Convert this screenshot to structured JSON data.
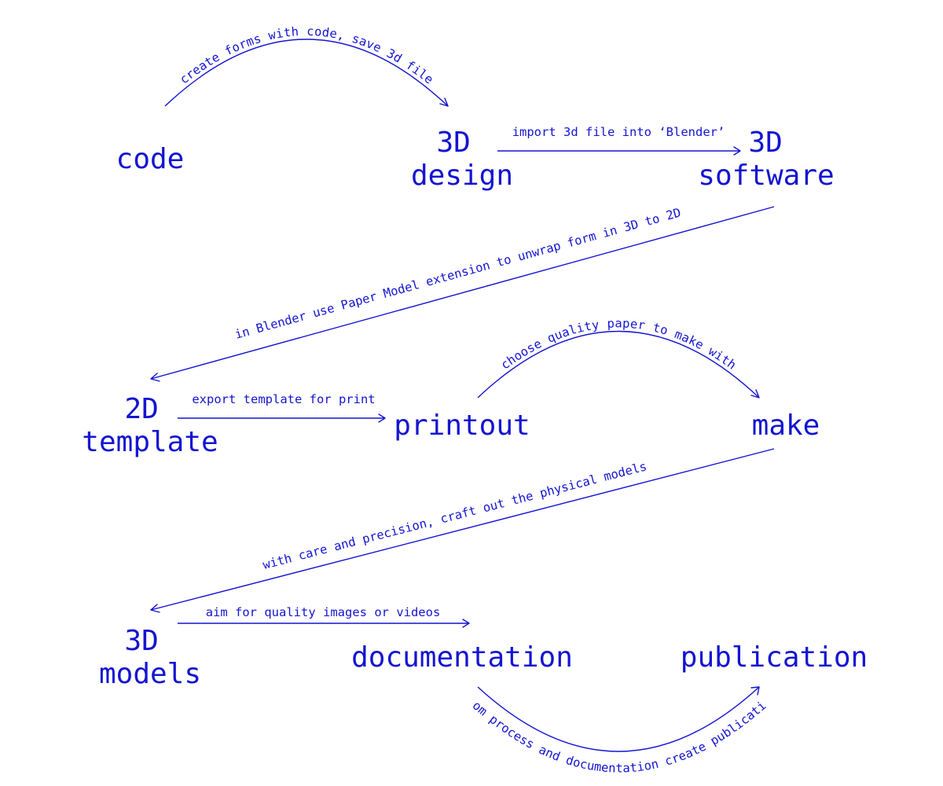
{
  "diagram": {
    "color": "#1414d2",
    "nodes": {
      "code": [
        "code"
      ],
      "design3d": [
        "3D",
        "design"
      ],
      "software3d": [
        "3D",
        "software"
      ],
      "template2d": [
        "2D",
        "template"
      ],
      "printout": [
        "printout"
      ],
      "make": [
        "make"
      ],
      "models3d": [
        "3D",
        "models"
      ],
      "documentation": [
        "documentation"
      ],
      "publication": [
        "publication"
      ]
    },
    "edges": {
      "code_to_design": "create forms with code, save 3d file",
      "design_to_software": "import 3d file into ‘Blender’",
      "software_to_template": "in Blender use Paper Model extension to unwrap form in 3D to 2D",
      "template_to_printout": "export template for print",
      "printout_to_make": "choose quality paper to make with",
      "make_to_models": "with care and precision, craft out the physical models",
      "models_to_documentation": "aim for quality images or videos",
      "documentation_to_publication": "from process and documentation create publication"
    }
  }
}
